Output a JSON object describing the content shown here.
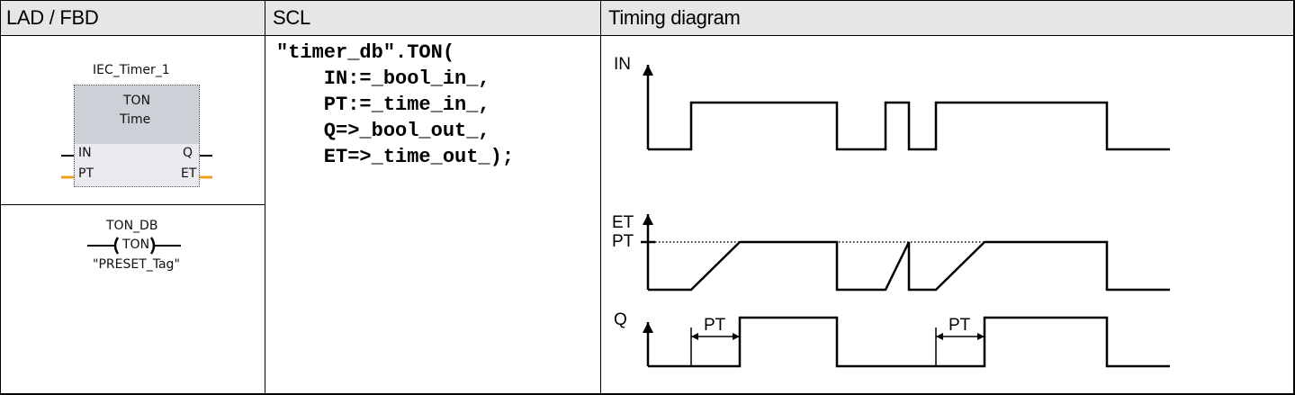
{
  "table": {
    "headers": [
      "LAD / FBD",
      "SCL",
      "Timing diagram"
    ]
  },
  "lad_box": {
    "instance_name": "IEC_Timer_1",
    "type_name": "TON",
    "data_type": "Time",
    "pin_in": "IN",
    "pin_q": "Q",
    "pin_pt": "PT",
    "pin_et": "ET"
  },
  "lad_coil": {
    "db_name": "TON_DB",
    "coil_label": "TON",
    "preset_tag": "\"PRESET_Tag\""
  },
  "scl_code": {
    "lines": [
      "\"timer_db\".TON(",
      "    IN:=_bool_in_,",
      "    PT:=_time_in_,",
      "    Q=>_bool_out_,",
      "    ET=>_time_out_);"
    ]
  },
  "timing": {
    "label_in": "IN",
    "label_et": "ET",
    "label_pt": "PT",
    "label_q": "Q",
    "delay_label": "PT"
  },
  "colors": {
    "header_bg": "#e6e6e6",
    "pin_orange": "#f0a020",
    "block_head": "#cdd0d6",
    "block_body": "#e9ebee"
  }
}
